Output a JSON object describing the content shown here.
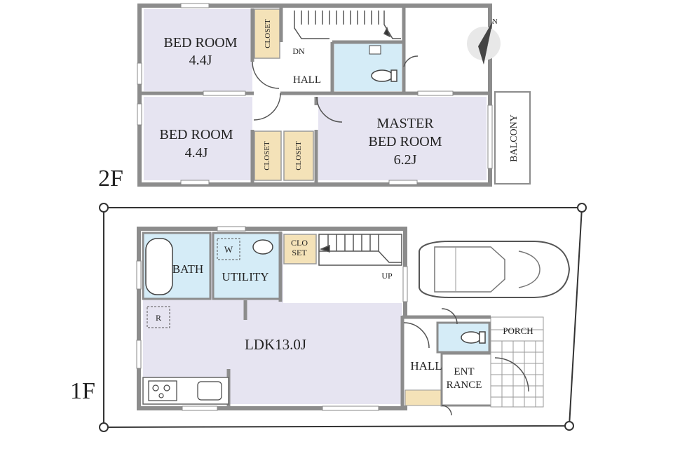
{
  "floor2": {
    "floor_label": "2F",
    "bedroom_a": {
      "name": "BED ROOM",
      "size": "4.4J"
    },
    "bedroom_b": {
      "name": "BED ROOM",
      "size": "4.4J"
    },
    "master": {
      "line1": "MASTER",
      "line2": "BED ROOM",
      "size": "6.2J"
    },
    "closet": "CLOSET",
    "hall": "HALL",
    "stairs_dn": "DN",
    "balcony": "BALCONY",
    "compass_letter": "N"
  },
  "floor1": {
    "floor_label": "1F",
    "bath": "BATH",
    "utility": "UTILITY",
    "washer": "W",
    "closet_line1": "CLO",
    "closet_line2": "SET",
    "stairs_up": "UP",
    "ldk": "LDK13.0J",
    "fridge": "R",
    "hall": "HALL",
    "entrance_line1": "ENT",
    "entrance_line2": "RANCE",
    "porch": "PORCH"
  },
  "colors": {
    "room_fill": "#e6e4f1",
    "wet_fill": "#d5ecf7",
    "closet_fill": "#f4e2b8",
    "wall": "#8c8c8c"
  }
}
